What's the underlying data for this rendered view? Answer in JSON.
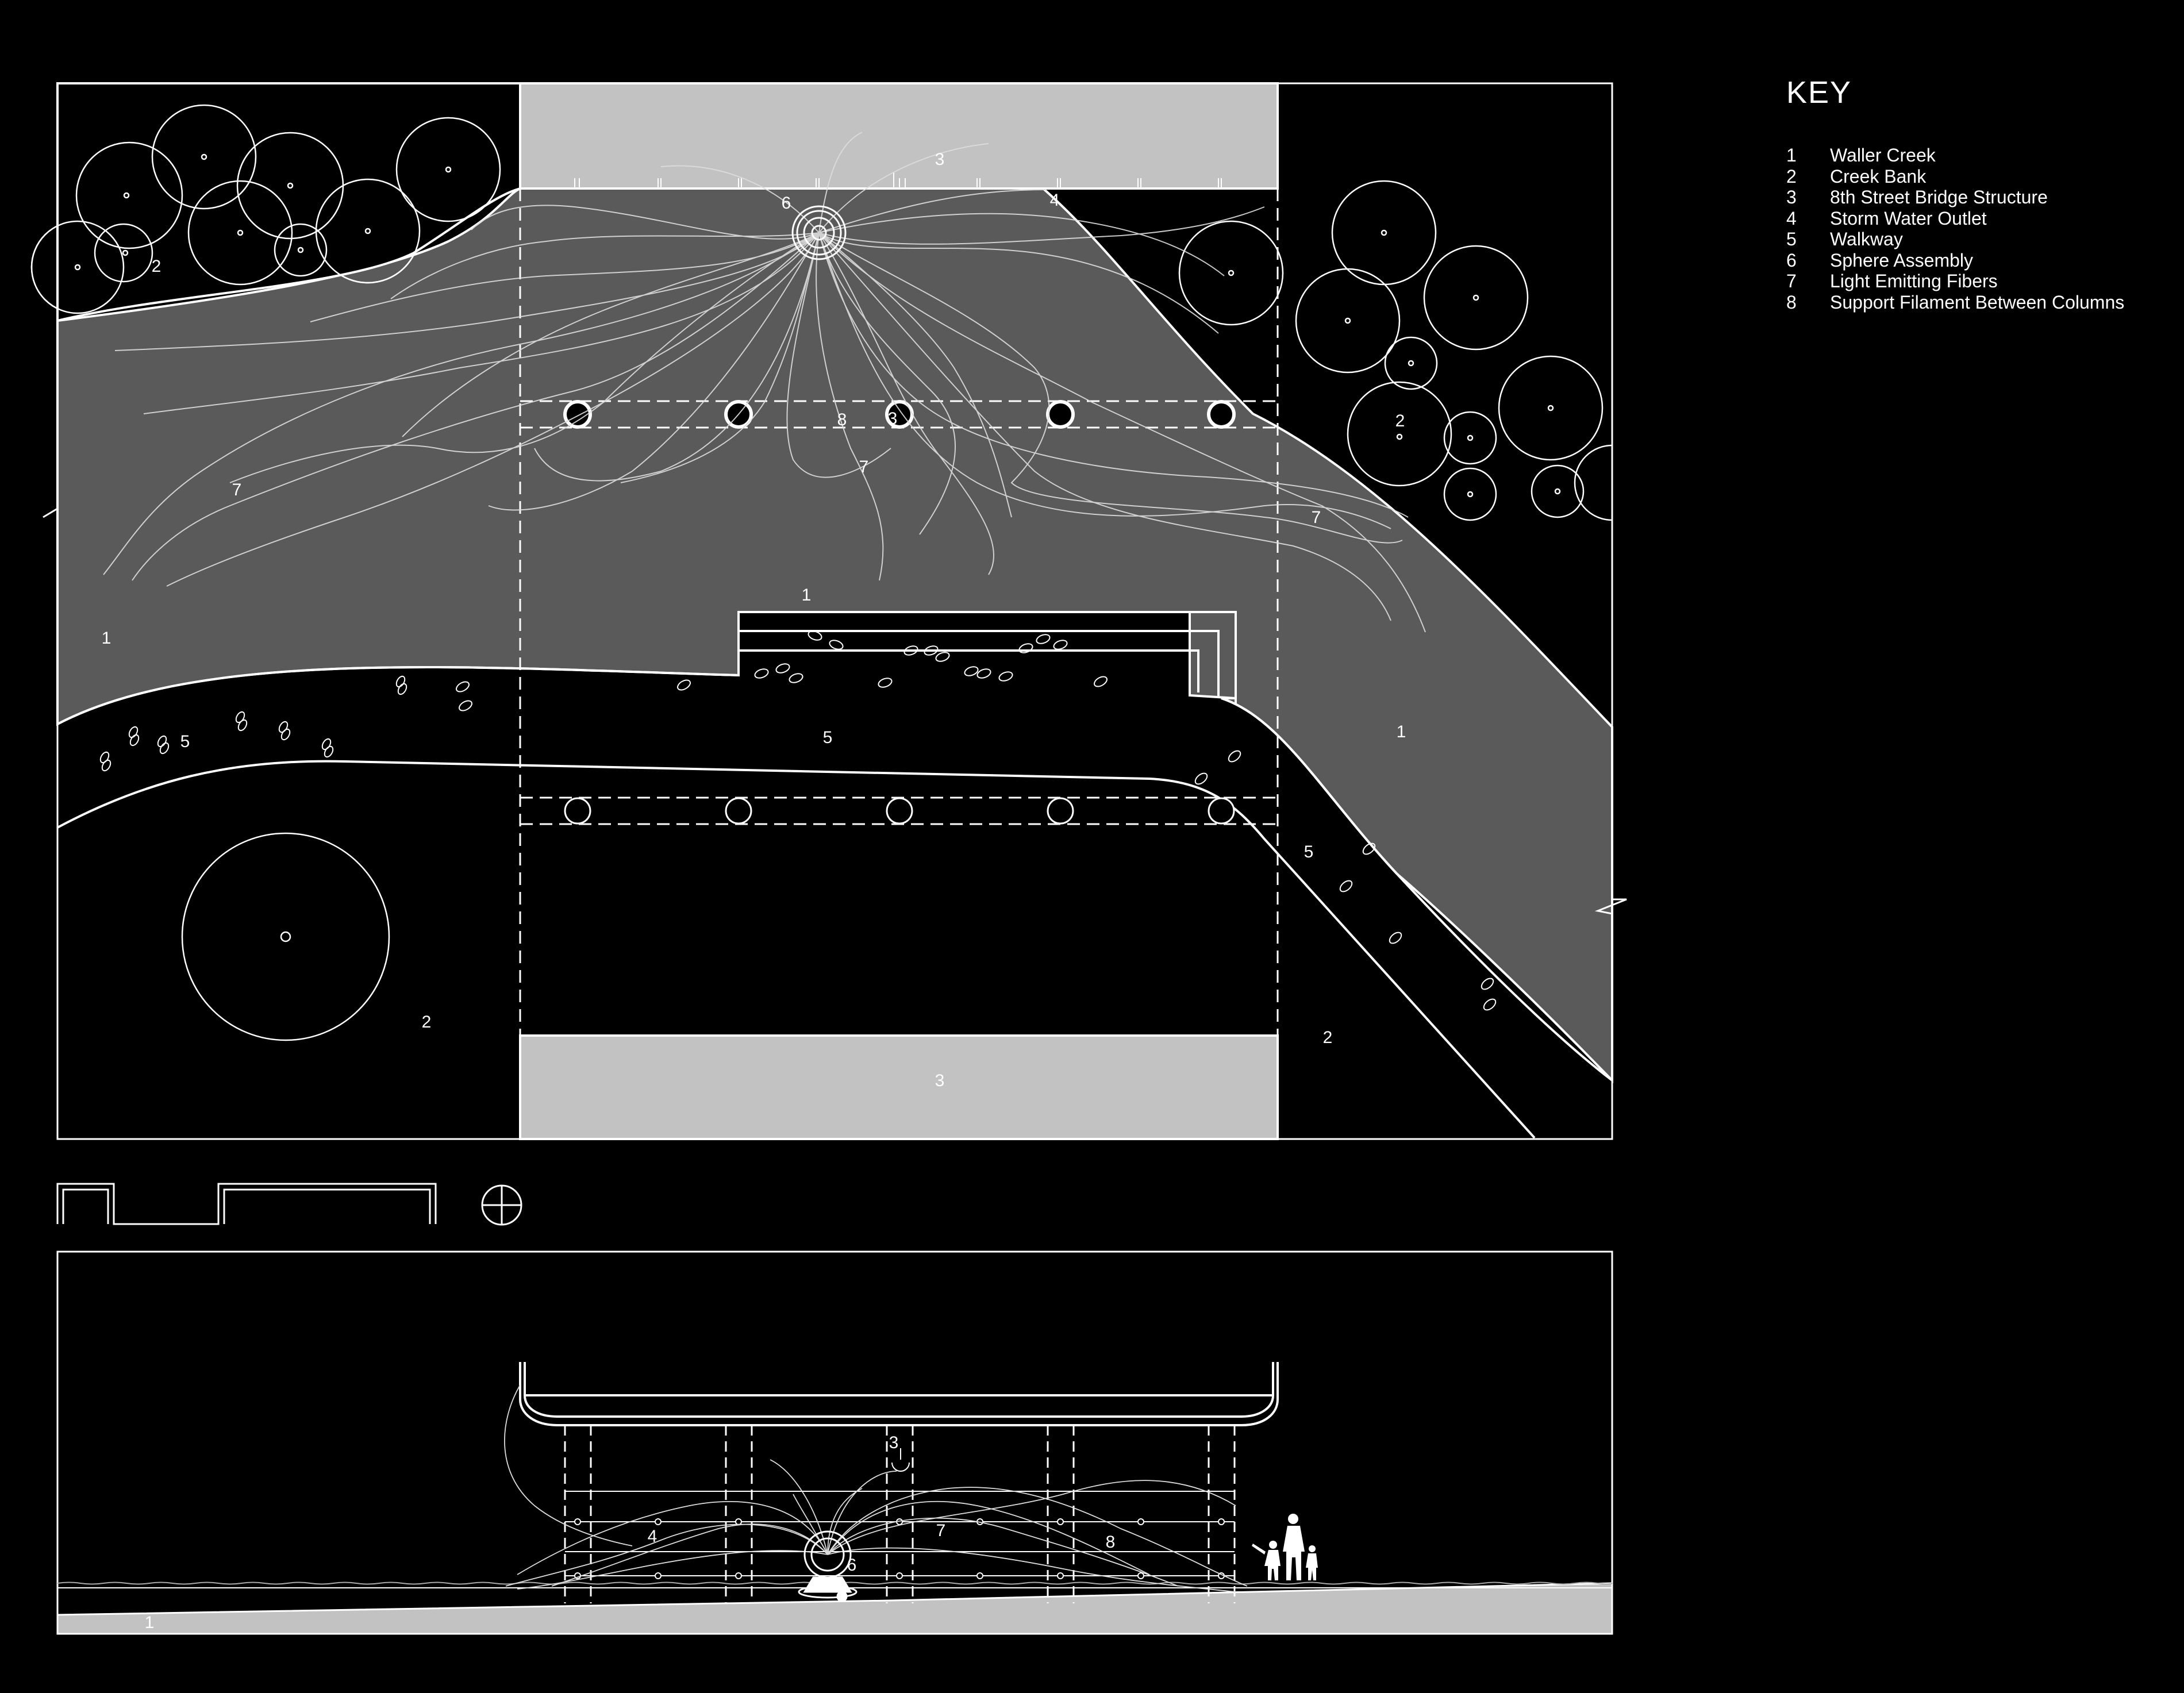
{
  "key": {
    "title": "KEY",
    "items": [
      {
        "num": "1",
        "label": "Waller Creek"
      },
      {
        "num": "2",
        "label": "Creek Bank"
      },
      {
        "num": "3",
        "label": "8th Street Bridge Structure"
      },
      {
        "num": "4",
        "label": "Storm Water Outlet"
      },
      {
        "num": "5",
        "label": "Walkway"
      },
      {
        "num": "6",
        "label": "Sphere Assembly"
      },
      {
        "num": "7",
        "label": "Light Emitting Fibers"
      },
      {
        "num": "8",
        "label": "Support Filament Between Columns"
      }
    ]
  },
  "plan_labels": {
    "l1a": "1",
    "l1b": "1",
    "l1c": "1",
    "l2a": "2",
    "l2b": "2",
    "l2c": "2",
    "l2d": "2",
    "l3a": "3",
    "l3b": "3",
    "l3c": "3",
    "l4": "4",
    "l5a": "5",
    "l5b": "5",
    "l5c": "5",
    "l6": "6",
    "l7a": "7",
    "l7b": "7",
    "l7c": "7",
    "l8": "8"
  },
  "section_labels": {
    "s1": "1",
    "s3": "3",
    "s4": "4",
    "s6": "6",
    "s7": "7",
    "s8": "8"
  },
  "colors": {
    "background": "#000000",
    "water": "#5a5a5a",
    "bridge_deck": "#c2c2c2",
    "line": "#ffffff"
  }
}
